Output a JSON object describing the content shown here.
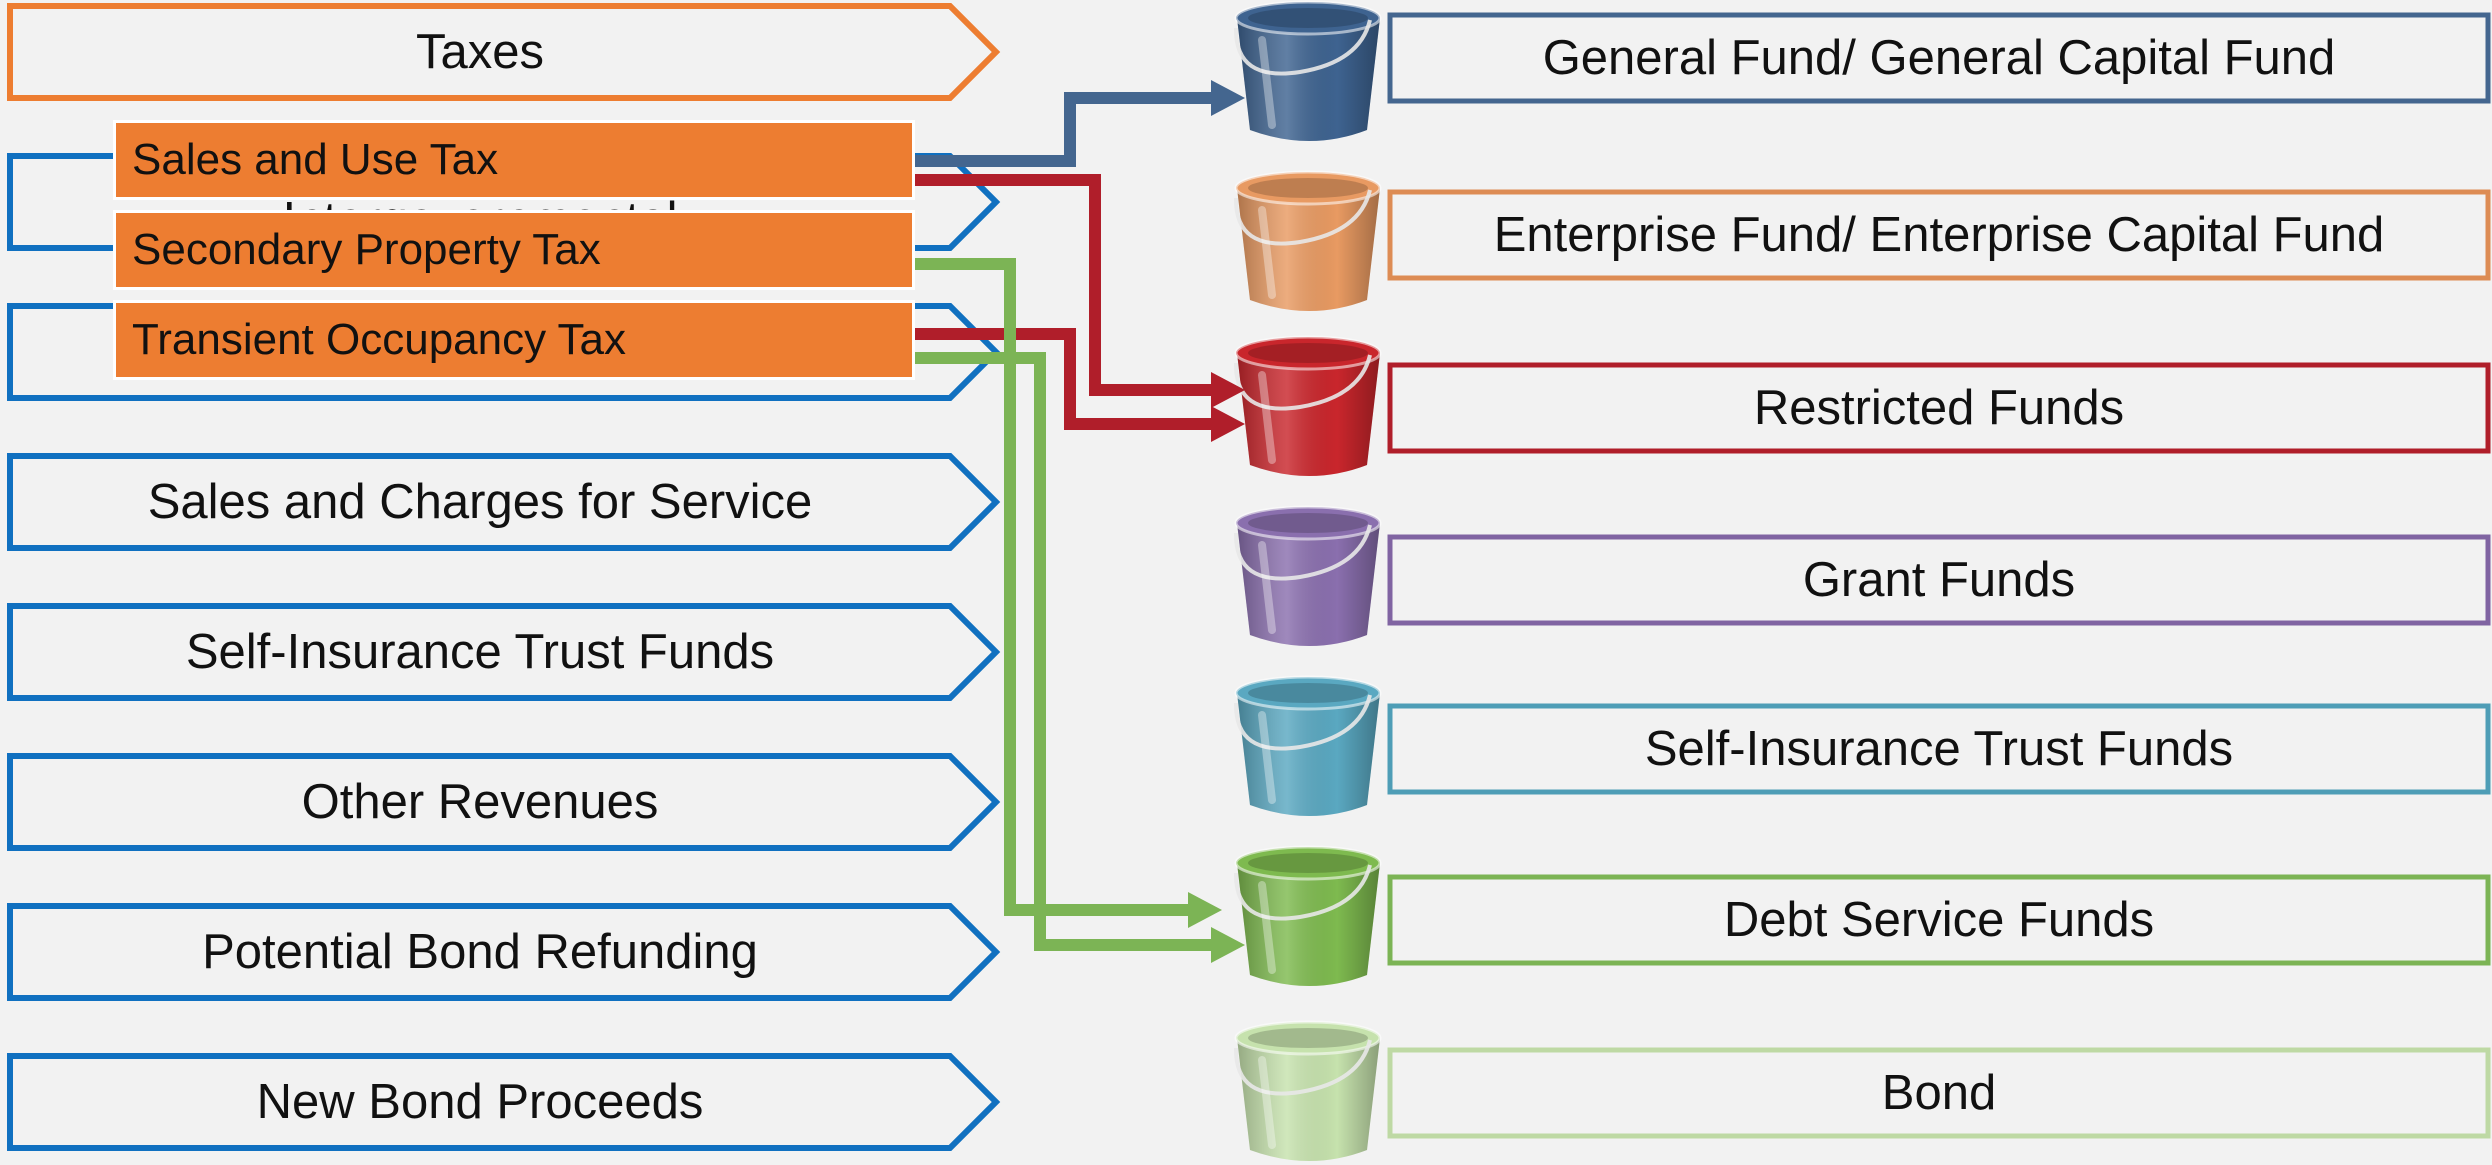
{
  "sources": [
    {
      "label": "Taxes",
      "color": "#ed7d31"
    },
    {
      "label": "Intergovernmental",
      "color": "#1070c0"
    },
    {
      "label": "",
      "color": "#1070c0"
    },
    {
      "label": "Sales and Charges for Service",
      "color": "#1070c0"
    },
    {
      "label": "Self-Insurance Trust Funds",
      "color": "#1070c0"
    },
    {
      "label": "Other Revenues",
      "color": "#1070c0"
    },
    {
      "label": "Potential Bond Refunding",
      "color": "#1070c0"
    },
    {
      "label": "New Bond Proceeds",
      "color": "#1070c0"
    }
  ],
  "tax_items": [
    {
      "label": "Sales and Use Tax"
    },
    {
      "label": "Secondary Property Tax"
    },
    {
      "label": "Transient Occupancy Tax"
    }
  ],
  "funds": [
    {
      "label": "General Fund/ General Capital Fund",
      "color": "#44668f"
    },
    {
      "label": "Enterprise Fund/ Enterprise Capital Fund",
      "color": "#dd8c54"
    },
    {
      "label": "Restricted Funds",
      "color": "#b01e2a"
    },
    {
      "label": "Grant Funds",
      "color": "#8064a2"
    },
    {
      "label": "Self-Insurance Trust Funds",
      "color": "#4e9db6"
    },
    {
      "label": "Debt Service Funds",
      "color": "#7cb455"
    },
    {
      "label": "Bond",
      "color": "#bed9a4"
    }
  ],
  "bucket_colors": [
    "#3e6390",
    "#e89a62",
    "#c9262c",
    "#8a6fae",
    "#5aa8c1",
    "#7eba4f",
    "#c6e2ad"
  ],
  "connector_colors": {
    "blue": "#44668f",
    "red": "#b01e2a",
    "green": "#7cb455"
  }
}
